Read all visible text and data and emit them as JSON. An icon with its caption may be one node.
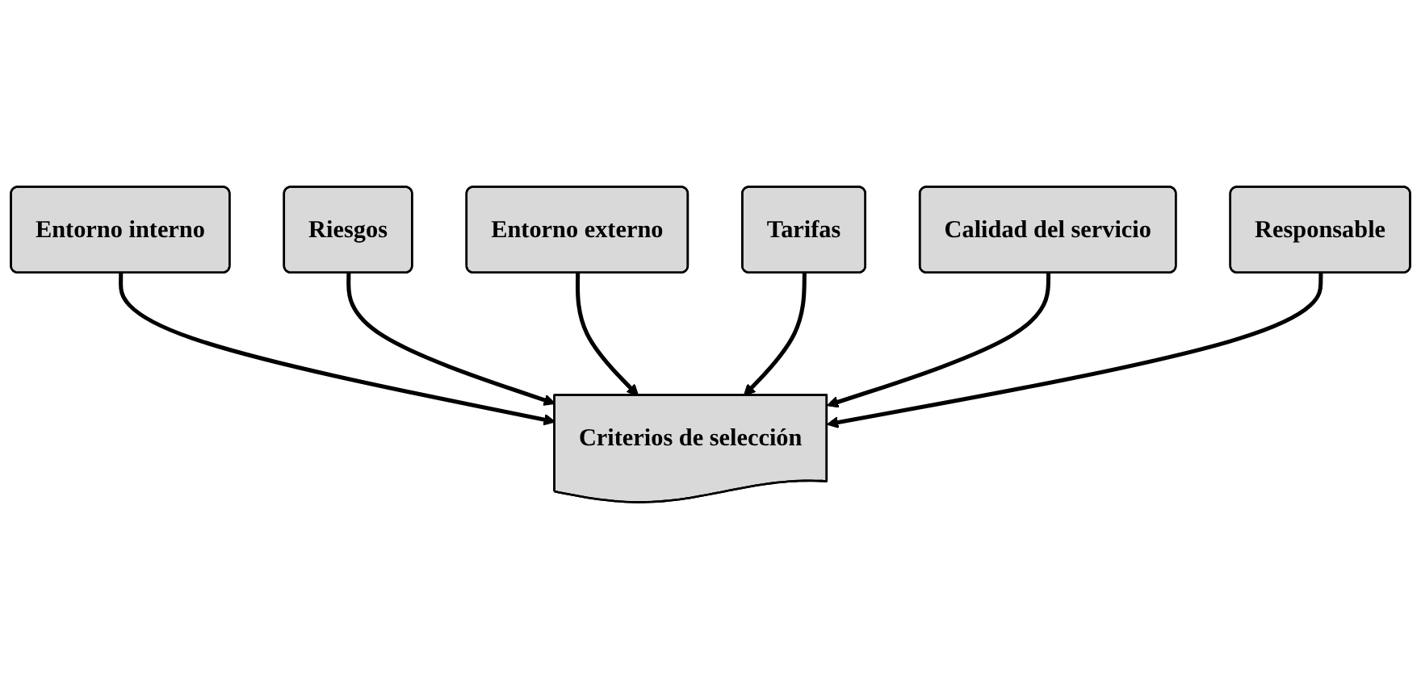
{
  "diagram": {
    "nodes": [
      {
        "text": [
          "Entorno interno"
        ]
      },
      {
        "text": [
          "Riesgos"
        ]
      },
      {
        "text": [
          "Entorno externo"
        ]
      },
      {
        "text": [
          "Criterios de selección"
        ]
      },
      {
        "text": [
          "Tarifas"
        ]
      },
      {
        "text": [
          "Calidad del servicio"
        ]
      },
      {
        "text": [
          "Responsable"
        ]
      }
    ],
    "edges": [
      {
        "from": 0,
        "to": 3,
        "arrow": "to"
      },
      {
        "from": 1,
        "to": 3,
        "arrow": "to"
      },
      {
        "from": 2,
        "to": 3,
        "arrow": "to"
      },
      {
        "from": 4,
        "to": 3,
        "arrow": "to"
      },
      {
        "from": 5,
        "to": 3,
        "arrow": "to"
      },
      {
        "from": 6,
        "to": 3,
        "arrow": "to"
      }
    ]
  }
}
